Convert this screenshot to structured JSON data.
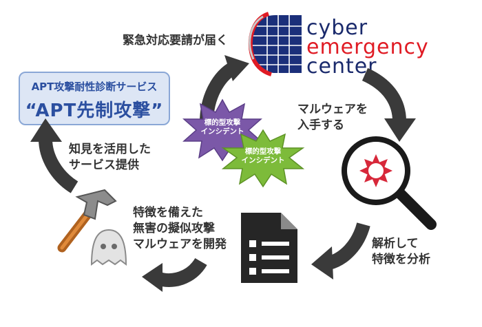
{
  "service": {
    "subtitle": "APT攻撃耐性診断サービス",
    "title": "“APT先制攻撃”"
  },
  "logo": {
    "line1": "cyber",
    "line2": "emergency",
    "line3": "center",
    "colors": {
      "line1": "#1a2a6c",
      "line2": "#e01b24",
      "line3": "#1a2a6c"
    }
  },
  "steps": {
    "urgent_request": "緊急対応要請が届く",
    "obtain_malware": "マルウェアを\n入手する",
    "analyze": "解析して\n特徴を分析",
    "develop": "特徴を備えた\n無害の擬似攻撃\nマルウェアを開発",
    "provide": "知見を活用した\nサービス提供"
  },
  "incidents": [
    {
      "label": "標的型攻撃\nインシデント",
      "color": "#7b58a8"
    },
    {
      "label": "標的型攻撃\nインシデント",
      "color": "#7dbb3a"
    }
  ],
  "icons": [
    "globe-logo-icon",
    "magnifier-icon",
    "document-list-icon",
    "hammer-icon",
    "ghost-icon"
  ],
  "colors": {
    "arrow": "#3a3a3a",
    "box_fill": "#dde6f5",
    "box_text": "#2b4fa0"
  }
}
